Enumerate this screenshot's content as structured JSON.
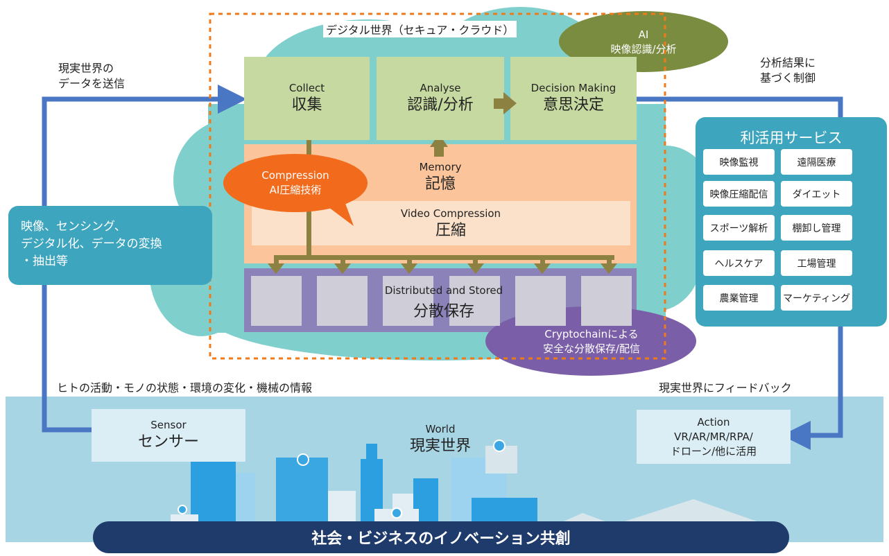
{
  "digital_world_label": "デジタル世界（セキュア・クラウド）",
  "left_input_label": [
    "現実世界の",
    "データを送信"
  ],
  "right_output_label": [
    "分析結果に",
    "基づく制御"
  ],
  "ai_bubble": [
    "AI",
    "映像認識/分析"
  ],
  "stages": {
    "collect": {
      "en": "Collect",
      "ja": "収集"
    },
    "analyse": {
      "en": "Analyse",
      "ja": "認識/分析"
    },
    "decision": {
      "en": "Decision Making",
      "ja": "意思決定"
    }
  },
  "memory": {
    "en": "Memory",
    "ja": "記憶"
  },
  "video_compression": {
    "en": "Video Compression",
    "ja": "圧縮"
  },
  "compression_bubble": [
    "Compression",
    "AI圧縮技術"
  ],
  "distributed": {
    "en": "Distributed and Stored",
    "ja": "分散保存"
  },
  "crypto_bubble": [
    "Cryptochainによる",
    "安全な分散保存/配信"
  ],
  "left_box": [
    "映像、センシング、",
    "デジタル化、データの変換",
    "・抽出等"
  ],
  "services": {
    "title": "利活用サービス",
    "items": [
      "映像監視",
      "遠隔医療",
      "映像圧縮配信",
      "ダイエット",
      "スポーツ解析",
      "棚卸し管理",
      "ヘルスケア",
      "工場管理",
      "農業管理",
      "マーケティング"
    ]
  },
  "bottom_left_caption": "ヒトの活動・モノの状態・環境の変化・機械の情報",
  "bottom_right_caption": "現実世界にフィードバック",
  "sensor": {
    "en": "Sensor",
    "ja": "センサー"
  },
  "world": {
    "en": "World",
    "ja": "現実世界"
  },
  "action": [
    "Action",
    "VR/AR/MR/RPA/",
    "ドローン/他に活用"
  ],
  "banner": "社会・ビジネスのイノベーション共創",
  "colors": {
    "cloud": "#7fcfcc",
    "stage_green": "#c6d9a0",
    "memory_orange": "#fbc49a",
    "compression_inner": "#fbe1c9",
    "storage_purple": "#8a82b8",
    "storage_cell": "#cfcdd8",
    "arrow_olive": "#8d8141",
    "blue_arrow": "#4a77c4",
    "teal_box": "#3da5bd",
    "bubble_orange": "#f26a1b",
    "bubble_olive": "#7a8c40",
    "bubble_purple": "#7a5ea7",
    "ground": "#a8d5e4",
    "banner_navy": "#1f3b6b",
    "dotted_border": "#f07a1a"
  }
}
